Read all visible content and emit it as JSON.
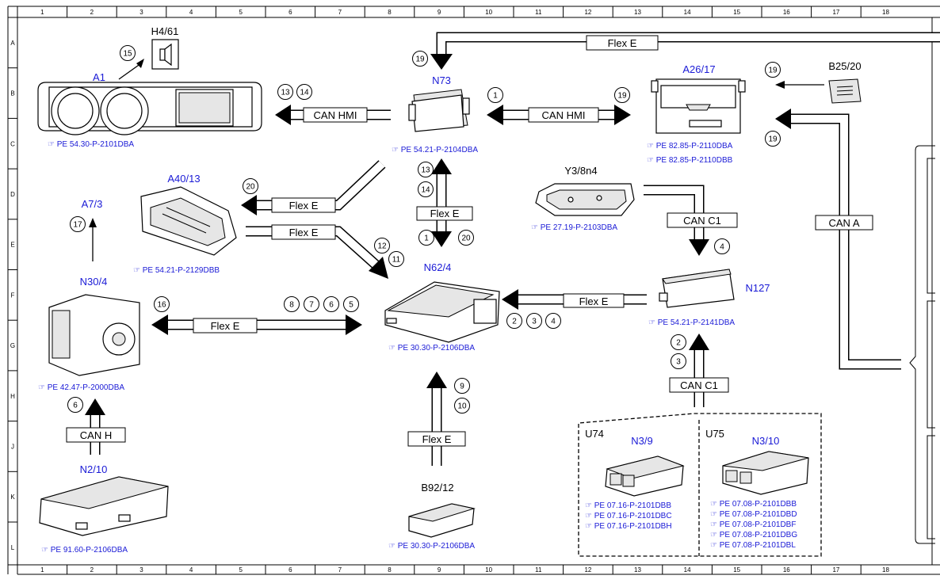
{
  "grid": {
    "columns": [
      "1",
      "2",
      "3",
      "4",
      "5",
      "6",
      "7",
      "8",
      "9",
      "10",
      "11",
      "12",
      "13",
      "14",
      "15",
      "16",
      "17",
      "18"
    ],
    "rows": [
      "A",
      "B",
      "C",
      "D",
      "E",
      "F",
      "G",
      "H",
      "J",
      "K",
      "L"
    ]
  },
  "components": {
    "a1": {
      "label": "A1",
      "ref": "PE 54.30-P-2101DBA"
    },
    "h4_61": {
      "label": "H4/61"
    },
    "n73": {
      "label": "N73",
      "ref": "PE 54.21-P-2104DBA"
    },
    "a26_17": {
      "label": "A26/17",
      "ref1": "PE 82.85-P-2110DBA",
      "ref2": "PE 82.85-P-2110DBB"
    },
    "b25_20": {
      "label": "B25/20"
    },
    "a40_13": {
      "label": "A40/13",
      "ref": "PE 54.21-P-2129DBB"
    },
    "y3_8n4": {
      "label": "Y3/8n4",
      "ref": "PE 27.19-P-2103DBA"
    },
    "a7_3": {
      "label": "A7/3"
    },
    "n62_4": {
      "label": "N62/4",
      "ref": "PE 30.30-P-2106DBA"
    },
    "n127": {
      "label": "N127",
      "ref": "PE 54.21-P-2141DBA"
    },
    "n30_4": {
      "label": "N30/4",
      "ref": "PE 42.47-P-2000DBA"
    },
    "n2_10": {
      "label": "N2/10",
      "ref": "PE 91.60-P-2106DBA"
    },
    "b92_12": {
      "label": "B92/12",
      "ref": "PE 30.30-P-2106DBA"
    },
    "u74": {
      "label": "U74"
    },
    "u75": {
      "label": "U75"
    },
    "n3_9": {
      "label": "N3/9",
      "refs": [
        "PE 07.16-P-2101DBB",
        "PE 07.16-P-2101DBC",
        "PE 07.16-P-2101DBH"
      ]
    },
    "n3_10": {
      "label": "N3/10",
      "refs": [
        "PE 07.08-P-2101DBB",
        "PE 07.08-P-2101DBD",
        "PE 07.08-P-2101DBF",
        "PE 07.08-P-2101DBG",
        "PE 07.08-P-2101DBL"
      ]
    }
  },
  "buses": {
    "flex_e": "Flex E",
    "can_hmi": "CAN HMI",
    "can_c1": "CAN C1",
    "can_a": "CAN A",
    "can_h": "CAN H"
  },
  "signals": {
    "s1": "1",
    "s2": "2",
    "s3": "3",
    "s4": "4",
    "s5": "5",
    "s6": "6",
    "s7": "7",
    "s8": "8",
    "s9": "9",
    "s10": "10",
    "s11": "11",
    "s12": "12",
    "s13": "13",
    "s14": "14",
    "s15": "15",
    "s16": "16",
    "s17": "17",
    "s19": "19",
    "s20": "20"
  },
  "colors": {
    "link": "#1a1ad6",
    "line": "#000000"
  }
}
